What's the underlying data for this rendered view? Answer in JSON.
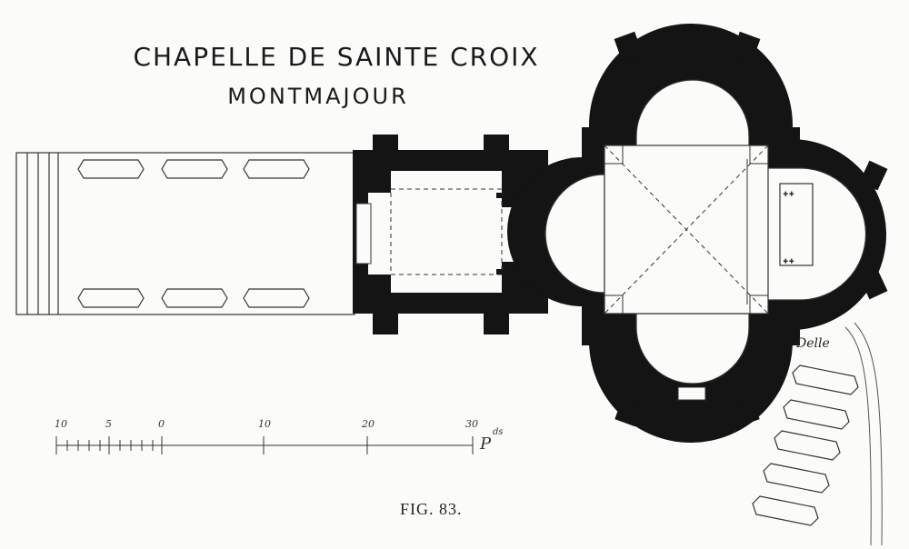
{
  "title": {
    "line1": "CHAPELLE DE SAINTE CROIX",
    "line2": "MONTMAJOUR"
  },
  "caption": "FIG. 83.",
  "signature": "Delle",
  "scale": {
    "ticks": [
      "10",
      "5",
      "0",
      "10",
      "20",
      "30"
    ],
    "unit": "P",
    "unit_superscript": "ds"
  },
  "colors": {
    "ink": "#141414",
    "paper": "#fbfbfa",
    "line": "#333333"
  }
}
